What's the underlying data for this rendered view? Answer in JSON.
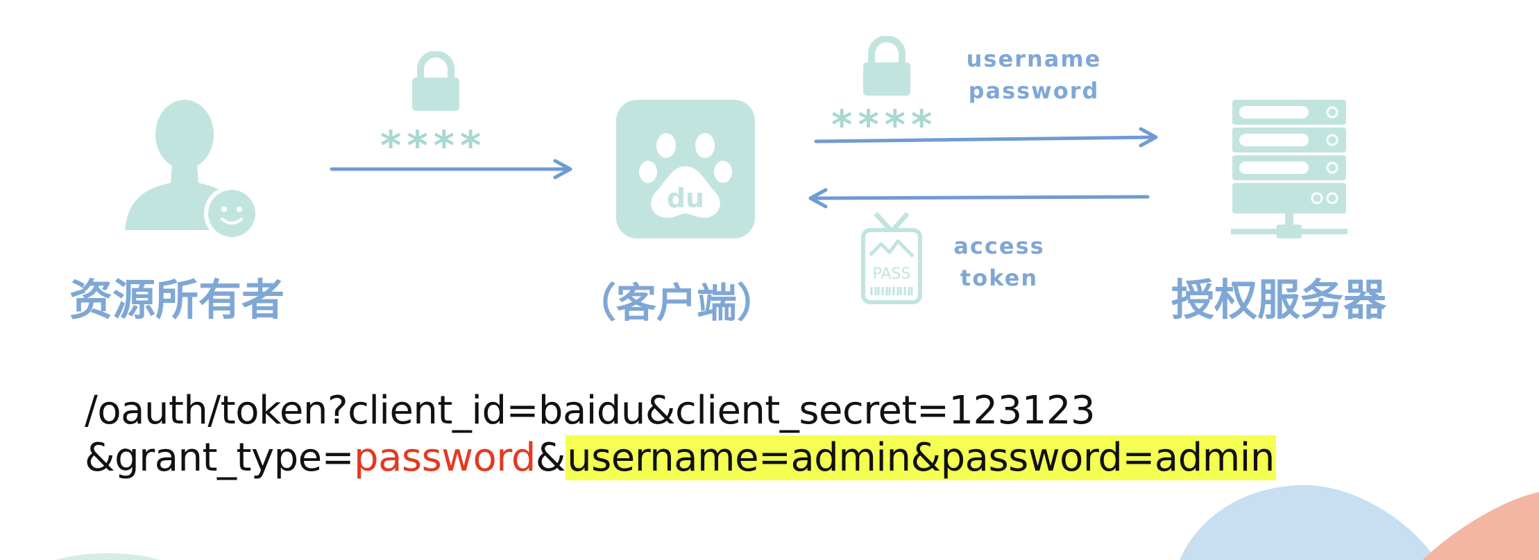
{
  "actors": {
    "resource_owner": "资源所有者",
    "client": "（客户端）",
    "auth_server": "授权服务器"
  },
  "arrows": {
    "owner_to_client_stars": "****",
    "client_to_server_stars": "****",
    "client_to_server_label_1": "username",
    "client_to_server_label_2": "password",
    "server_to_client_label_1": "access",
    "server_to_client_label_2": "token"
  },
  "icons": {
    "user": "user-icon",
    "smiley": "smiley-icon",
    "client_logo": "baidu-paw-icon",
    "client_logo_text": "du",
    "lock": "lock-icon",
    "pass": "pass-icon",
    "pass_text": "PASS",
    "server": "server-icon"
  },
  "request": {
    "line1": "/oauth/token?client_id=baidu&client_secret=123123",
    "line2_a": "&grant_type=",
    "line2_grant": "password",
    "line2_b": "&",
    "line2_highlight": "username=admin&password=admin"
  },
  "colors": {
    "label_blue": "#7fa7d6",
    "arrow_blue": "#6f9bd3",
    "icon_teal": "#c2e4df",
    "highlight": "#f4ff52",
    "red": "#e23a22"
  }
}
